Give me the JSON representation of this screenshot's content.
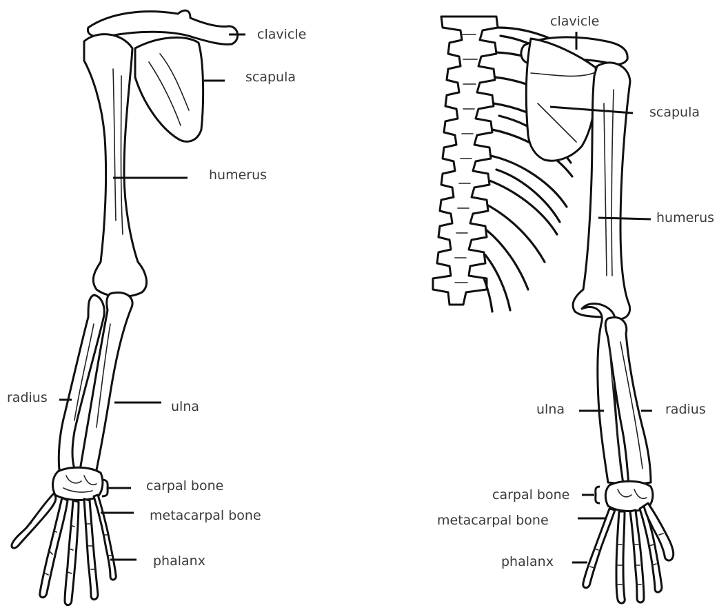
{
  "left_figure": {
    "labels": {
      "clavicle": "clavicle",
      "scapula": "scapula",
      "humerus": "humerus",
      "radius": "radius",
      "ulna": "ulna",
      "carpal_bone": "carpal bone",
      "metacarpal_bone": "metacarpal bone",
      "phalanx": "phalanx"
    }
  },
  "right_figure": {
    "labels": {
      "clavicle": "clavicle",
      "scapula": "scapula",
      "humerus": "humerus",
      "ulna": "ulna",
      "radius": "radius",
      "carpal_bone": "carpal bone",
      "metacarpal_bone": "metacarpal bone",
      "phalanx": "phalanx"
    }
  },
  "style": {
    "line_color": "#111111",
    "label_color": "#3a3a3a",
    "background": "#ffffff"
  }
}
